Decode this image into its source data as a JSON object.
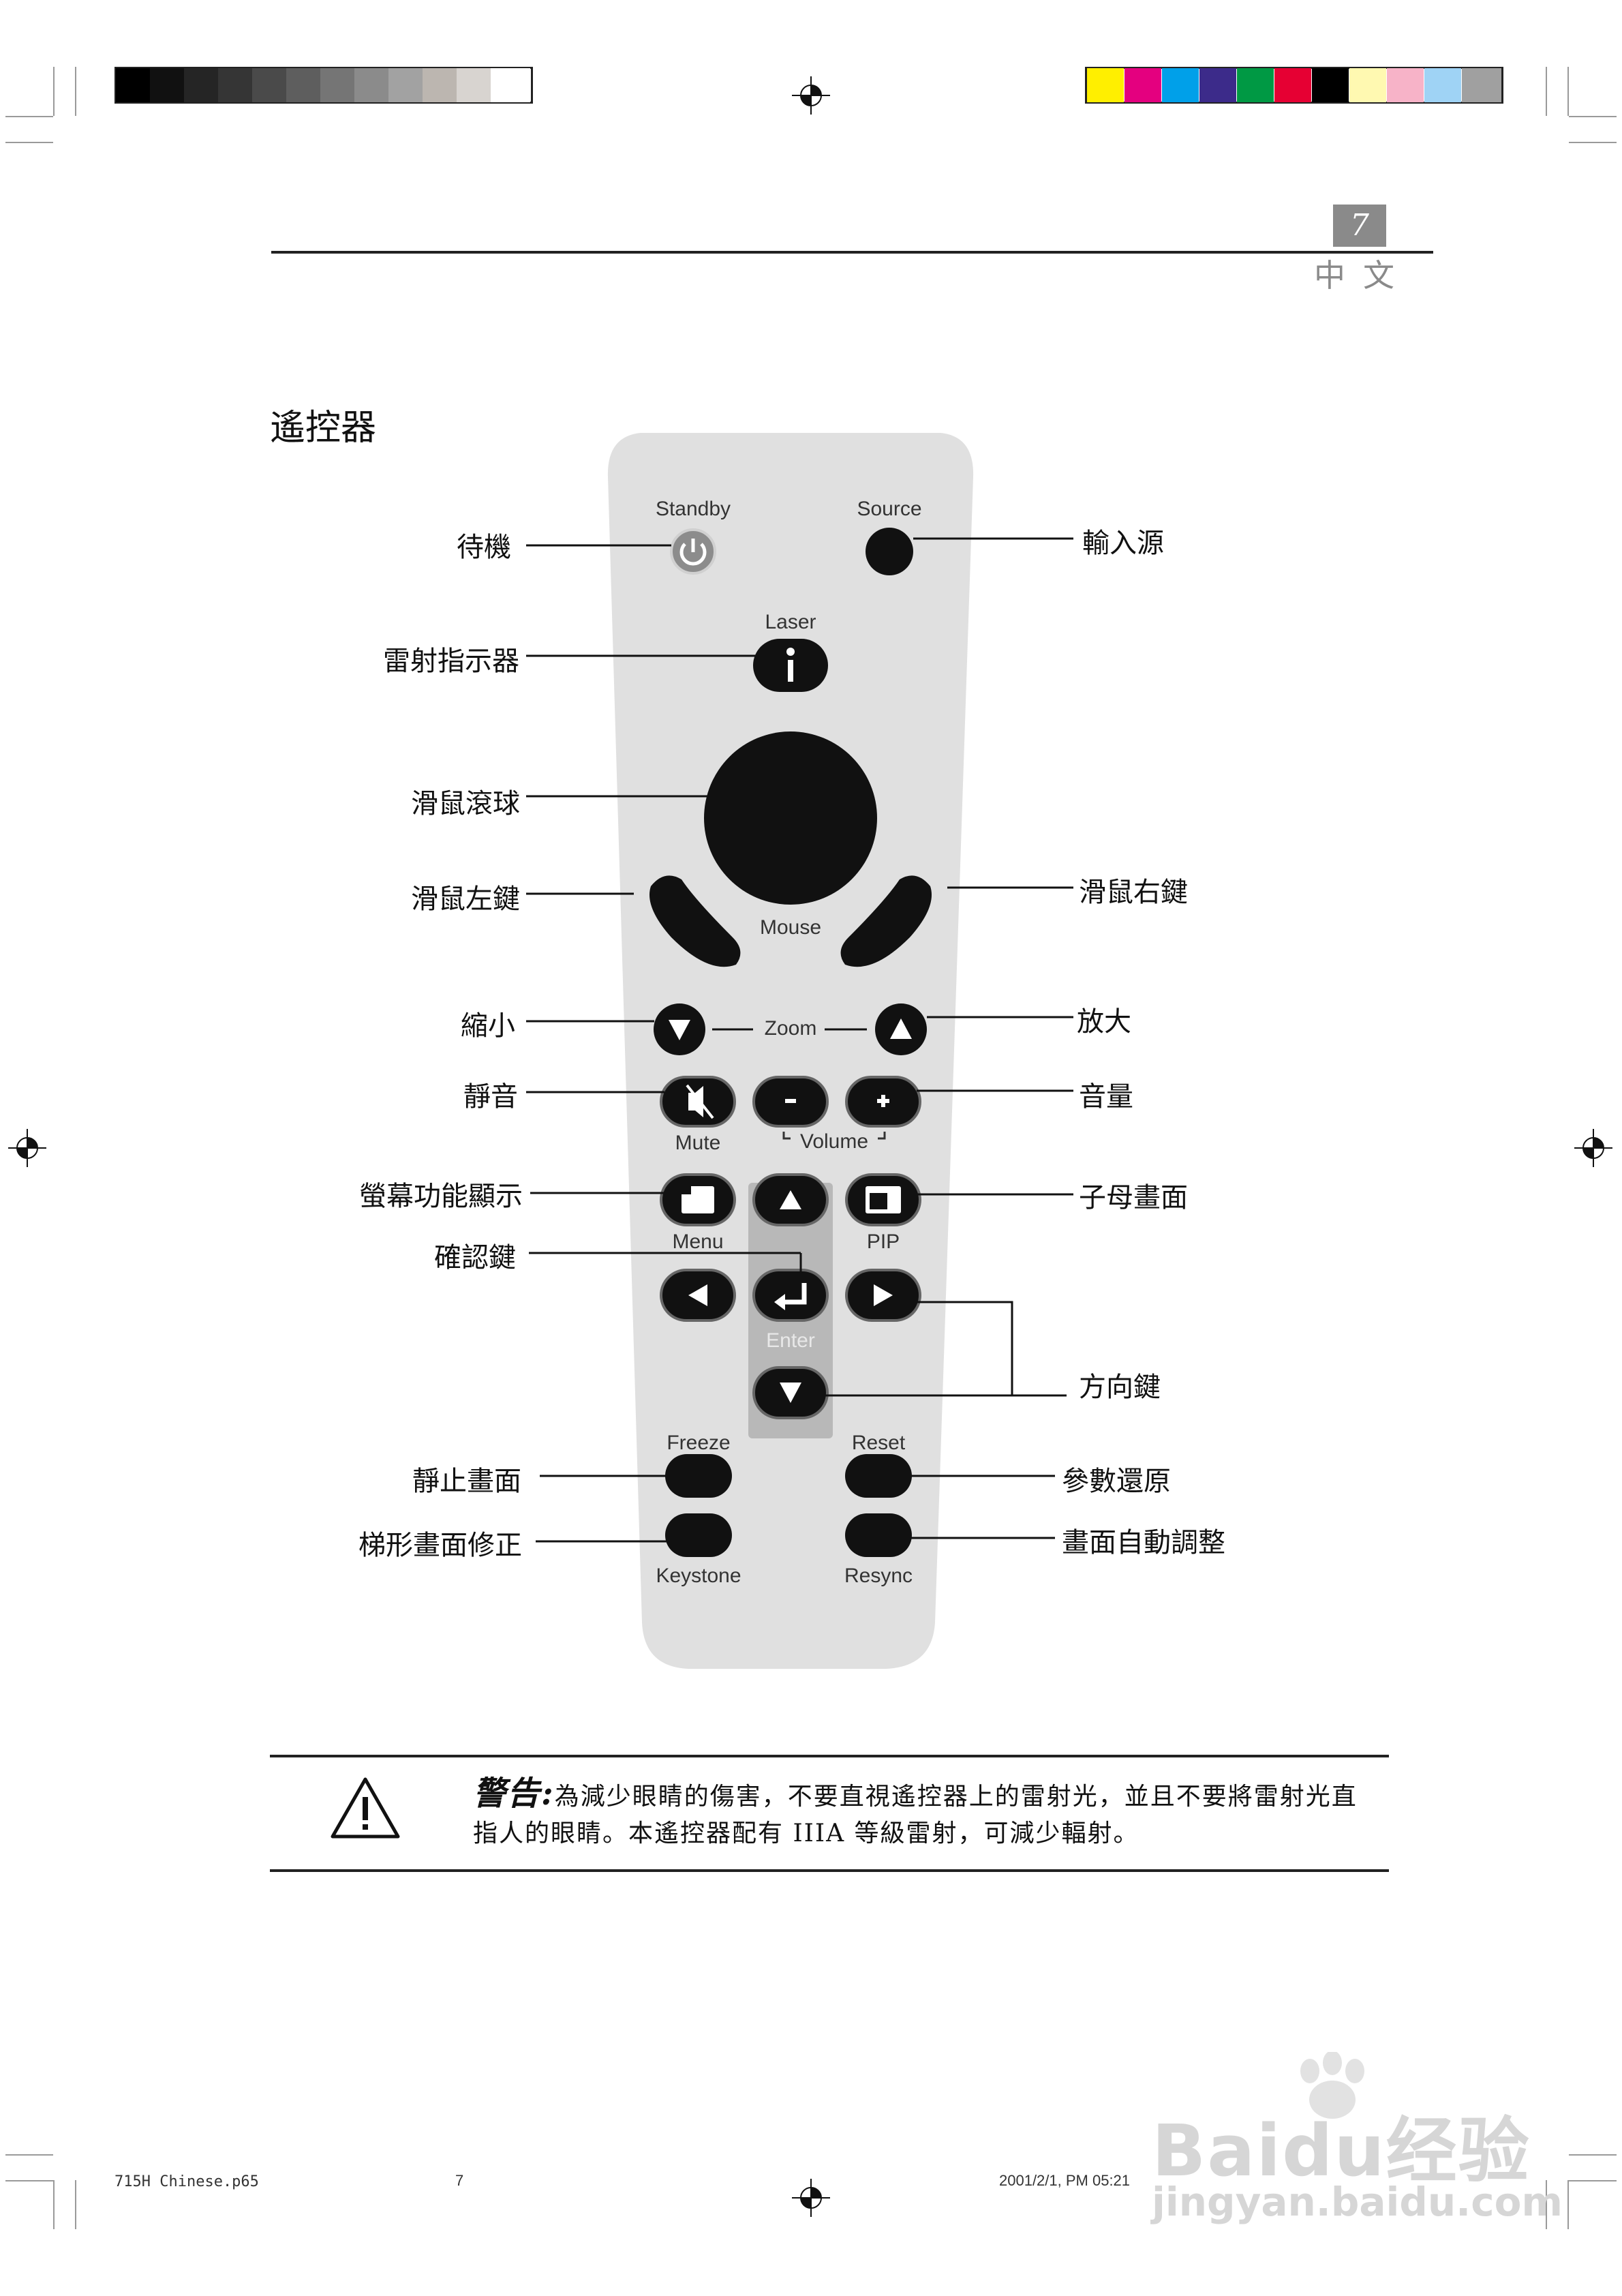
{
  "header": {
    "page_number": "7",
    "language": "中文"
  },
  "title": "遙控器",
  "remote": {
    "standby_label": "Standby",
    "source_label": "Source",
    "laser_label": "Laser",
    "mouse_label": "Mouse",
    "zoom_label": "Zoom",
    "mute_label": "Mute",
    "volume_label": "Volume",
    "menu_label": "Menu",
    "pip_label": "PIP",
    "enter_label": "Enter",
    "freeze_label": "Freeze",
    "reset_label": "Reset",
    "keystone_label": "Keystone",
    "resync_label": "Resync"
  },
  "callouts": {
    "standby": "待機",
    "source": "輸入源",
    "laser": "雷射指示器",
    "trackball": "滑鼠滾球",
    "mouse_left": "滑鼠左鍵",
    "mouse_right": "滑鼠右鍵",
    "zoom_out": "縮小",
    "zoom_in": "放大",
    "mute": "靜音",
    "volume": "音量",
    "menu": "螢幕功能顯示",
    "pip": "子母畫面",
    "enter": "確認鍵",
    "direction": "方向鍵",
    "freeze": "靜止畫面",
    "reset": "參數還原",
    "keystone": "梯形畫面修正",
    "resync": "畫面自動調整"
  },
  "warning": {
    "heading": "警告:",
    "text": "為減少眼睛的傷害，不要直視遙控器上的雷射光，並且不要將雷射光直指人的眼睛。本遙控器配有 IIIA 等級雷射，可減少輻射。"
  },
  "footer": {
    "filename": "715H Chinese.p65",
    "page": "7",
    "timestamp": "2001/2/1, PM 05:21"
  },
  "watermark": {
    "brand": "Baidu经验",
    "url": "jingyan.baidu.com"
  },
  "colors": {
    "grayscale_bar": [
      "#000000",
      "#111111",
      "#252525",
      "#353535",
      "#4a4a4a",
      "#5e5e5e",
      "#757575",
      "#8b8b8b",
      "#a2a2a2",
      "#bcb6b0",
      "#d8d4d0",
      "#ffffff"
    ],
    "color_bar": [
      "#ffef00",
      "#e4007f",
      "#00a0e9",
      "#3c2b8a",
      "#009944",
      "#e60033",
      "#000000",
      "#fff9b1",
      "#f7b3c8",
      "#9fd3f5",
      "#a0a0a0"
    ],
    "remote_body": "#e0e0e0",
    "button": "#111111"
  }
}
